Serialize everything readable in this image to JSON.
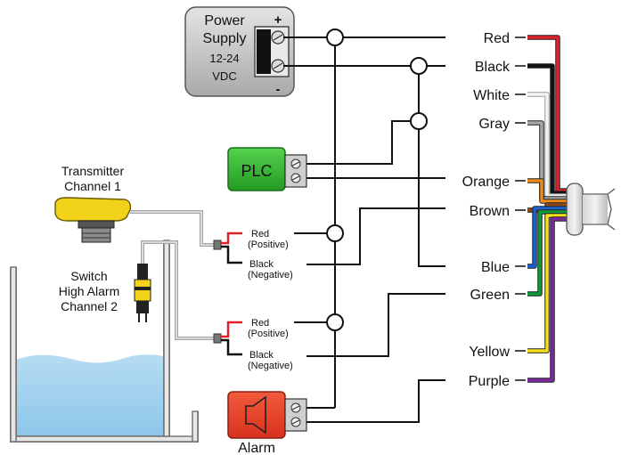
{
  "power_supply": {
    "line1": "Power",
    "line2": "Supply",
    "line3": "12-24",
    "line4": "VDC",
    "plus": "+",
    "minus": "-"
  },
  "plc": {
    "label": "PLC"
  },
  "alarm": {
    "label": "Alarm"
  },
  "transmitter": {
    "line1": "Transmitter",
    "line2": "Channel 1"
  },
  "switch": {
    "line1": "Switch",
    "line2": "High Alarm",
    "line3": "Channel 2"
  },
  "channel1": {
    "red": "Red",
    "positive": "(Positive)",
    "black": "Black",
    "negative": "(Negative)"
  },
  "channel2": {
    "red": "Red",
    "positive": "(Positive)",
    "black": "Black",
    "negative": "(Negative)"
  },
  "wires": [
    {
      "label": "Red",
      "color": "#e0202a"
    },
    {
      "label": "Black",
      "color": "#111111"
    },
    {
      "label": "White",
      "color": "#f4f4f4"
    },
    {
      "label": "Gray",
      "color": "#a8a8a8"
    },
    {
      "label": "Orange",
      "color": "#f08a1c"
    },
    {
      "label": "Brown",
      "color": "#8a4a1c"
    },
    {
      "label": "Blue",
      "color": "#1f5fd0"
    },
    {
      "label": "Green",
      "color": "#0d9a3a"
    },
    {
      "label": "Yellow",
      "color": "#f5e01a"
    },
    {
      "label": "Purple",
      "color": "#7a2a9a"
    }
  ],
  "colors": {
    "water": "#9fd0ee",
    "plc_fill": "#3dbb3a",
    "alarm_fill": "#e8452b",
    "power_fill": "#c9c9c9",
    "sensor_yellow": "#f3d21a"
  }
}
